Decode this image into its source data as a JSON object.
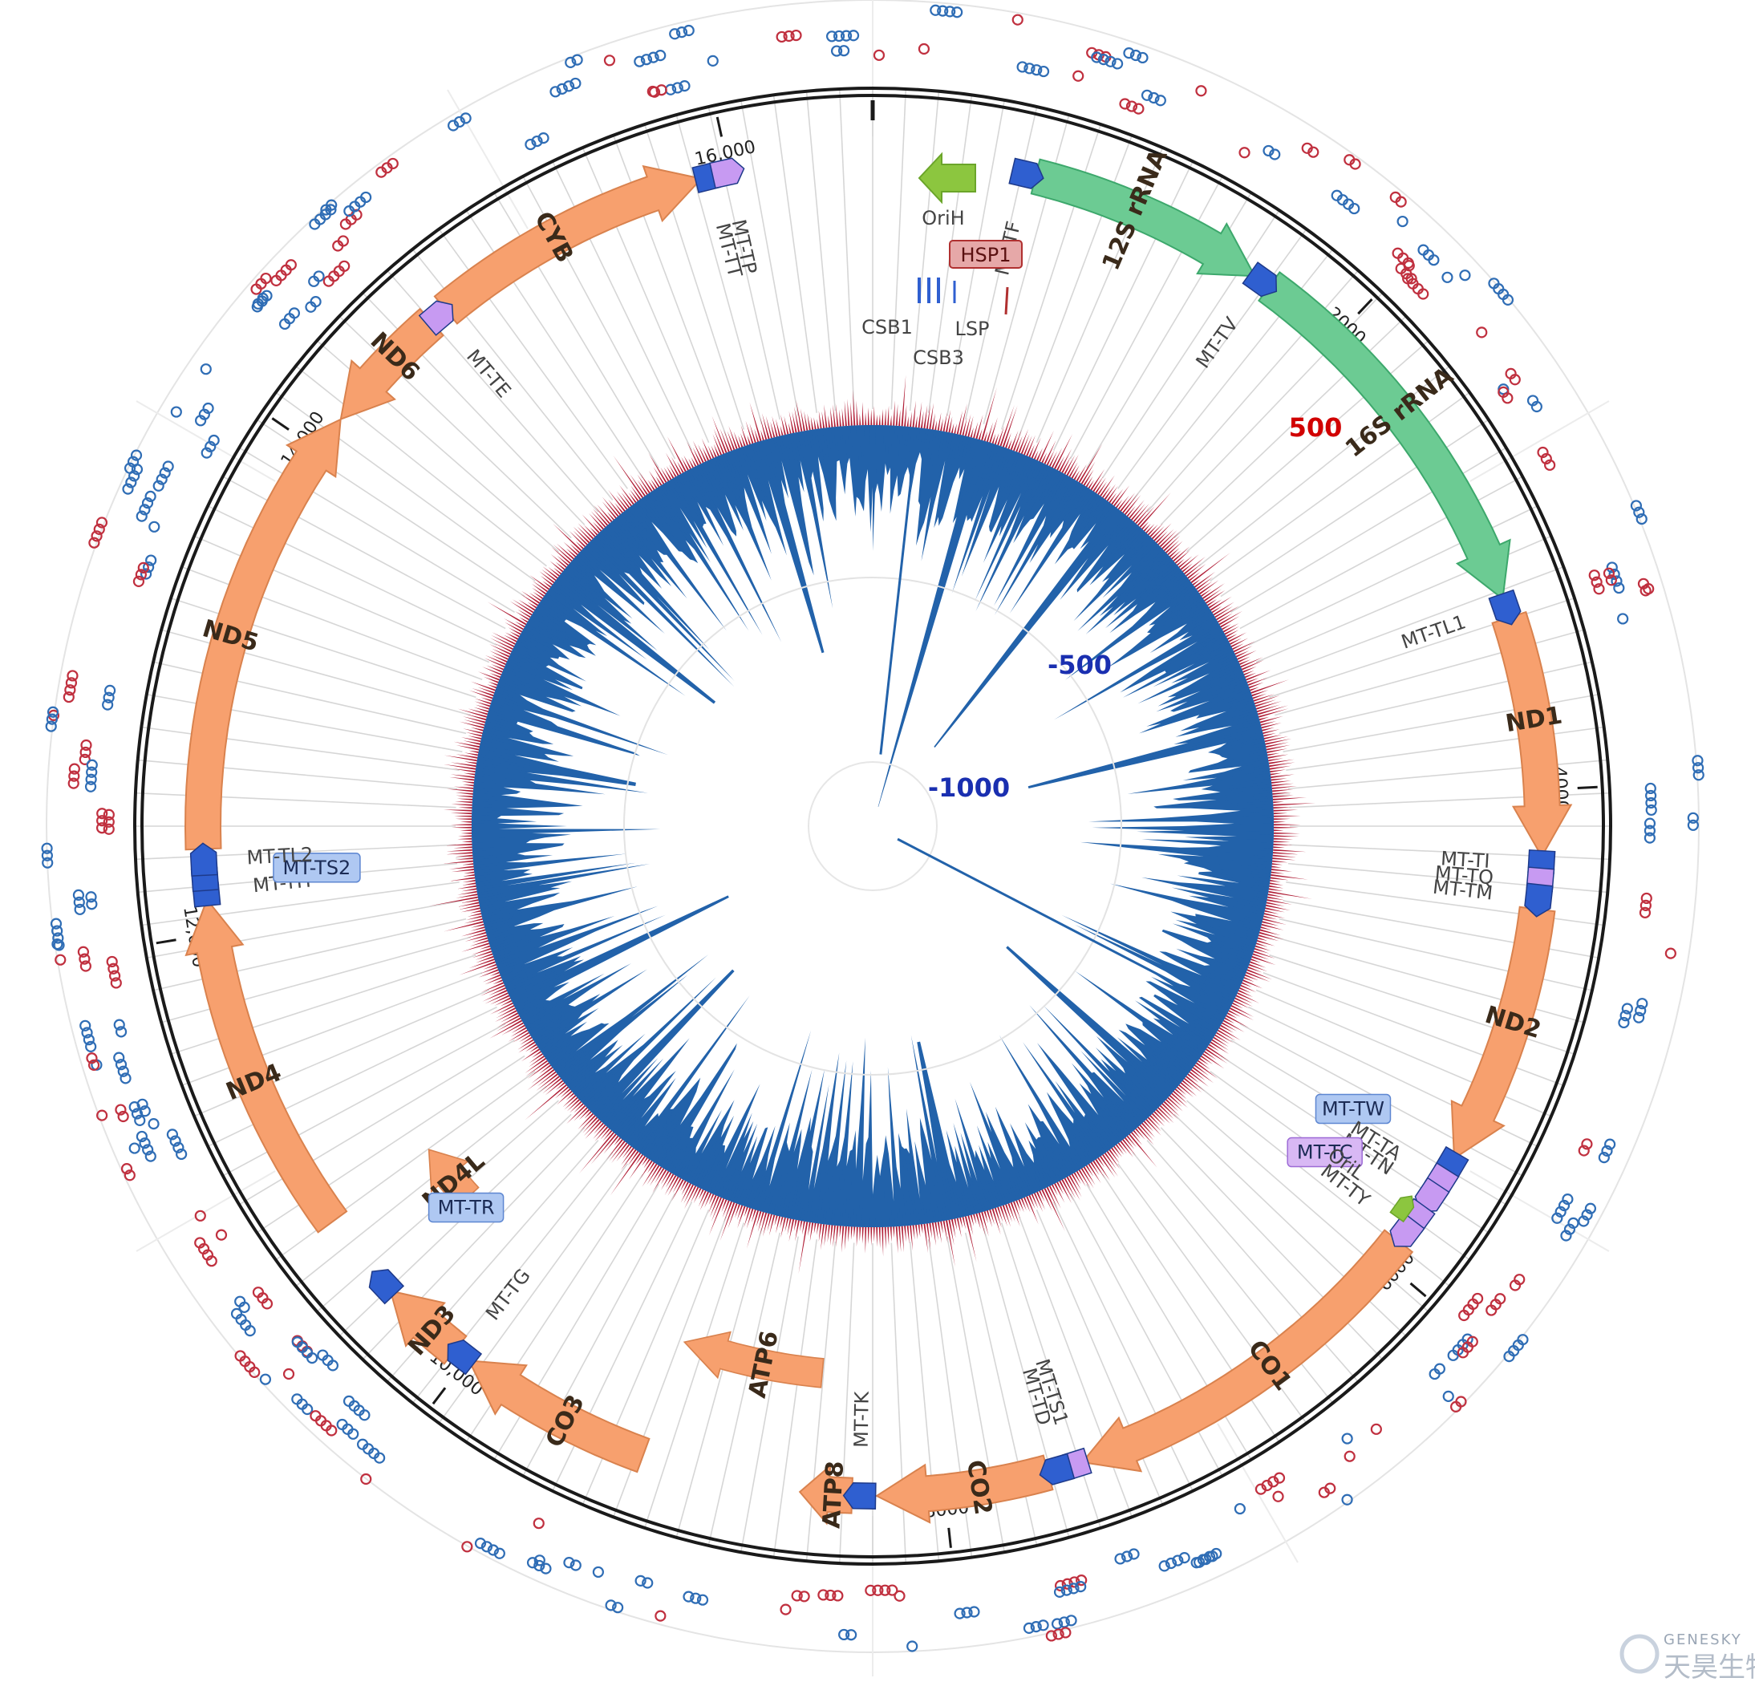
{
  "colors": {
    "protein": "#F7A06E",
    "protein_stroke": "#D9824E",
    "rrna": "#6CCB93",
    "rrna_stroke": "#3DA86C",
    "origin": "#8CC63F",
    "trna_blue": "#2F5FD0",
    "trna_purple": "#C79AF2",
    "coverage_red": "#B01E36",
    "coverage_blue": "#2262AA",
    "ring": "#1a1a1a",
    "snp_red": "#C0303F",
    "snp_blue": "#2F6DB5",
    "label_blue_box": "#AFC8F2",
    "label_purple_box": "#D8B8F4",
    "hsp_box": "#E6A8A8",
    "hsp_border": "#B03030"
  },
  "scale_labels": {
    "pos500": "500",
    "neg500": "-500",
    "neg1000": "-1000"
  },
  "ticks": [
    {
      "label": "2000",
      "pos": 2000
    },
    {
      "label": "4000",
      "pos": 4000
    },
    {
      "label": "6000",
      "pos": 6000
    },
    {
      "label": "8000",
      "pos": 8000
    },
    {
      "label": "10,000",
      "pos": 10000
    },
    {
      "label": "12,000",
      "pos": 12000
    },
    {
      "label": "14,000",
      "pos": 14000
    },
    {
      "label": "16,000",
      "pos": 16000
    }
  ],
  "genes": [
    {
      "name": "12S rRNA",
      "type": "rrna",
      "start": 648,
      "end": 1601,
      "strand": "+"
    },
    {
      "name": "16S rRNA",
      "type": "rrna",
      "start": 1671,
      "end": 3229,
      "strand": "+"
    },
    {
      "name": "ND1",
      "type": "protein",
      "start": 3307,
      "end": 4262,
      "strand": "+"
    },
    {
      "name": "ND2",
      "type": "protein",
      "start": 4470,
      "end": 5511,
      "strand": "+"
    },
    {
      "name": "CO1",
      "type": "protein",
      "start": 5904,
      "end": 7445,
      "strand": "+"
    },
    {
      "name": "CO2",
      "type": "protein",
      "start": 7586,
      "end": 8269,
      "strand": "+"
    },
    {
      "name": "ATP8",
      "type": "protein",
      "start": 8366,
      "end": 8572,
      "strand": "+"
    },
    {
      "name": "ATP6",
      "type": "protein",
      "start": 8527,
      "end": 9207,
      "strand": "+"
    },
    {
      "name": "CO3",
      "type": "protein",
      "start": 9207,
      "end": 9990,
      "strand": "+"
    },
    {
      "name": "ND3",
      "type": "protein",
      "start": 10059,
      "end": 10404,
      "strand": "+"
    },
    {
      "name": "ND4L",
      "type": "protein",
      "start": 10470,
      "end": 10766,
      "strand": "+"
    },
    {
      "name": "ND4",
      "type": "protein",
      "start": 10760,
      "end": 12137,
      "strand": "+"
    },
    {
      "name": "ND5",
      "type": "protein",
      "start": 12337,
      "end": 14148,
      "strand": "+"
    },
    {
      "name": "ND6",
      "type": "protein",
      "start": 14149,
      "end": 14673,
      "strand": "-"
    },
    {
      "name": "CYB",
      "type": "protein",
      "start": 14747,
      "end": 15887,
      "strand": "+"
    }
  ],
  "trnas": [
    {
      "name": "MT-TF",
      "pos": 610,
      "color": "blue"
    },
    {
      "name": "MT-TV",
      "pos": 1636,
      "color": "blue"
    },
    {
      "name": "MT-TL1",
      "pos": 3267,
      "color": "blue"
    },
    {
      "name": "MT-TI",
      "pos": 4296,
      "color": "blue"
    },
    {
      "name": "MT-TQ",
      "pos": 4365,
      "color": "purple"
    },
    {
      "name": "MT-TM",
      "pos": 4430,
      "color": "blue"
    },
    {
      "name": "MT-TW",
      "pos": 5545,
      "color": "blue"
    },
    {
      "name": "MT-TA",
      "pos": 5620,
      "color": "purple"
    },
    {
      "name": "MT-TN",
      "pos": 5690,
      "color": "purple"
    },
    {
      "name": "MT-TC",
      "pos": 5790,
      "color": "purple"
    },
    {
      "name": "MT-TY",
      "pos": 5860,
      "color": "purple"
    },
    {
      "name": "MT-TS1",
      "pos": 7480,
      "color": "purple"
    },
    {
      "name": "MT-TD",
      "pos": 7550,
      "color": "blue"
    },
    {
      "name": "MT-TK",
      "pos": 8330,
      "color": "blue"
    },
    {
      "name": "MT-TG",
      "pos": 10025,
      "color": "blue"
    },
    {
      "name": "MT-TR",
      "pos": 10440,
      "color": "blue"
    },
    {
      "name": "MT-TH",
      "pos": 12170,
      "color": "blue"
    },
    {
      "name": "MT-TS2",
      "pos": 12230,
      "color": "blue"
    },
    {
      "name": "MT-TL2",
      "pos": 12290,
      "color": "blue"
    },
    {
      "name": "MT-TE",
      "pos": 14710,
      "color": "purple"
    },
    {
      "name": "MT-TT",
      "pos": 15920,
      "color": "blue"
    },
    {
      "name": "MT-TP",
      "pos": 15990,
      "color": "purple"
    }
  ],
  "features": {
    "orih": "OriH",
    "oril": "OriL",
    "hsp1": "HSP1",
    "csb1": "CSB1",
    "csb3": "CSB3",
    "lsp": "LSP"
  },
  "watermark": {
    "en": "GENESKY",
    "cn": "天昊生物"
  }
}
